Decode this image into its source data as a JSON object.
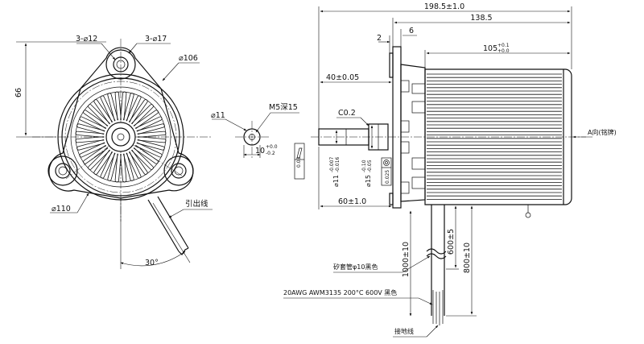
{
  "front_view": {
    "hole_small": "3-⌀12",
    "hole_large": "3-⌀17",
    "flange_dia": "⌀106",
    "height_66": "66",
    "outer_dia": "⌀110",
    "lead_label": "引出线",
    "angle": "30°"
  },
  "detail_view": {
    "shaft_dia": "⌀11",
    "thread": "M5深15",
    "depth_main": "10",
    "depth_tol_up": "+0.0",
    "depth_tol_low": "-0.2"
  },
  "side_view": {
    "total_length": "198.5±1.0",
    "body_length": "138.5",
    "dim_2": "2",
    "dim_6": "6",
    "housing_main": "105",
    "housing_tol_up": "+0.1",
    "housing_tol_low": "+0.0",
    "shaft_length": "40±0.05",
    "chamfer": "C0.2",
    "shaft_fit_main": "⌀11",
    "shaft_fit_up": "-0.007",
    "shaft_fit_low": "-0.016",
    "boss_main": "⌀15",
    "boss_up": "-0.10",
    "boss_low": "-0.05",
    "flatness": "0.03",
    "concentricity": "0.025",
    "shaft_ref": "60±1.0",
    "direction": "A向(铭牌)",
    "lead_1000": "1000±10",
    "lead_600": "600±5",
    "lead_800": "800±10",
    "sleeve": "矽套管φ10黑色",
    "wire_spec": "20AWG  AWM3135 200°C 600V 黑色",
    "ground": "接地线"
  }
}
